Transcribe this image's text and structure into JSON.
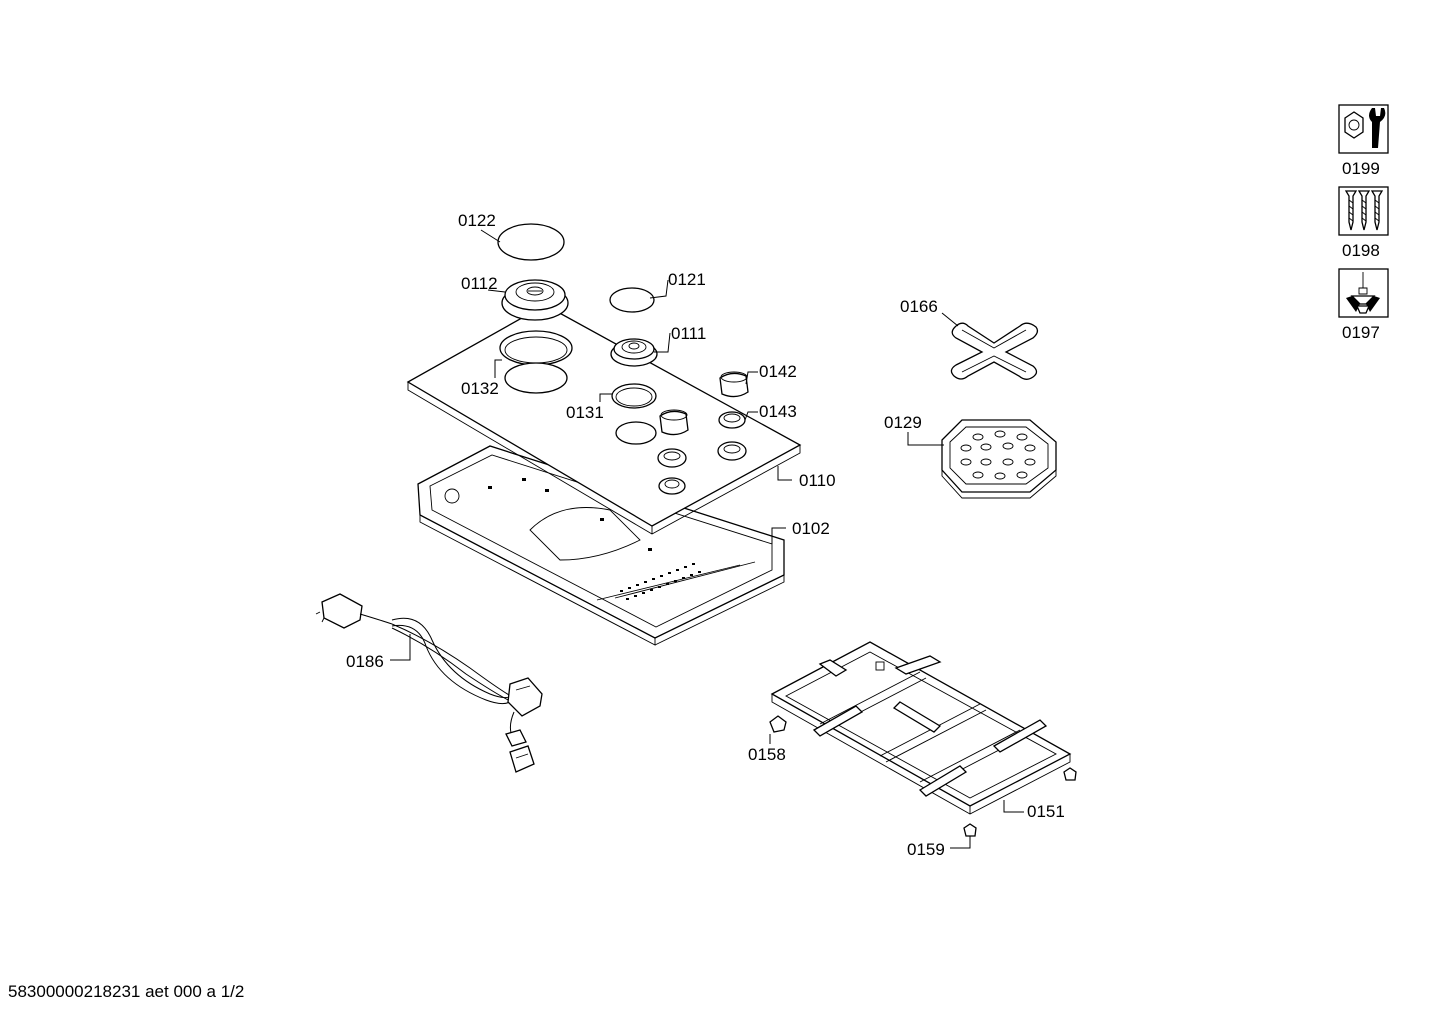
{
  "labels": {
    "p0122": "0122",
    "p0112": "0112",
    "p0121": "0121",
    "p0111": "0111",
    "p0132": "0132",
    "p0142": "0142",
    "p0131": "0131",
    "p0143": "0143",
    "p0110": "0110",
    "p0102": "0102",
    "p0166": "0166",
    "p0129": "0129",
    "p0186": "0186",
    "p0158": "0158",
    "p0151": "0151",
    "p0159": "0159",
    "p0199": "0199",
    "p0198": "0198",
    "p0197": "0197"
  },
  "icons": {
    "p0199": "wrench-nut-icon",
    "p0198": "screws-icon",
    "p0197": "grease-syringe-icon"
  },
  "footer": "58300000218231 aet 000 a 1/2"
}
